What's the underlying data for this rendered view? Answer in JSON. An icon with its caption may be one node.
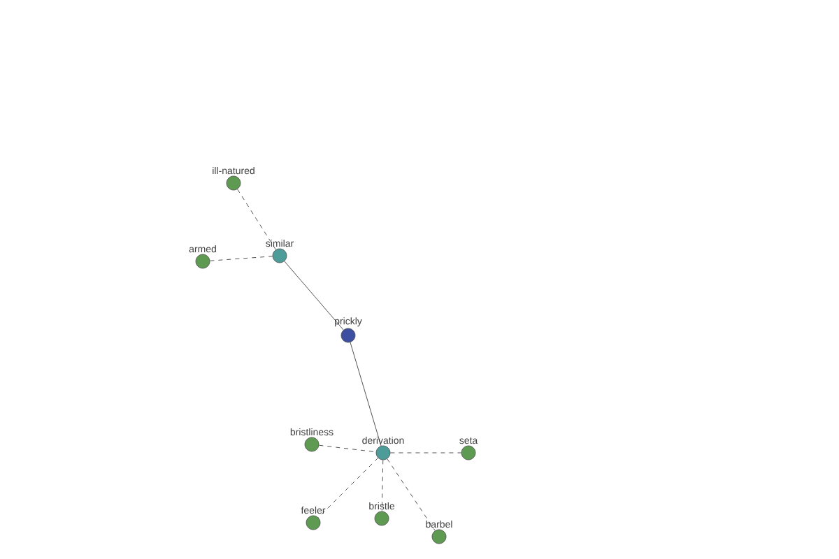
{
  "diagram": {
    "nodes": [
      {
        "text": [
          "ill-natured"
        ]
      },
      {
        "text": [
          "armed"
        ]
      },
      {
        "text": [
          "similar"
        ]
      },
      {
        "text": [
          "prickly"
        ]
      },
      {
        "text": [
          "bristliness"
        ]
      },
      {
        "text": [
          "derivation"
        ]
      },
      {
        "text": [
          "seta"
        ]
      },
      {
        "text": [
          "feeler"
        ]
      },
      {
        "text": [
          "bristle"
        ]
      },
      {
        "text": [
          "barbel"
        ]
      }
    ],
    "edges": [
      {
        "from": 0,
        "to": 2,
        "arrow": "none",
        "style": "dashed"
      },
      {
        "from": 1,
        "to": 2,
        "arrow": "none",
        "style": "dashed"
      },
      {
        "from": 2,
        "to": 3,
        "arrow": "none"
      },
      {
        "from": 3,
        "to": 5,
        "arrow": "none"
      },
      {
        "from": 4,
        "to": 5,
        "arrow": "none",
        "style": "dashed"
      },
      {
        "from": 5,
        "to": 6,
        "arrow": "none",
        "style": "dashed"
      },
      {
        "from": 5,
        "to": 7,
        "arrow": "none",
        "style": "dashed"
      },
      {
        "from": 5,
        "to": 8,
        "arrow": "none",
        "style": "dashed"
      },
      {
        "from": 5,
        "to": 9,
        "arrow": "none",
        "style": "dashed"
      }
    ]
  }
}
